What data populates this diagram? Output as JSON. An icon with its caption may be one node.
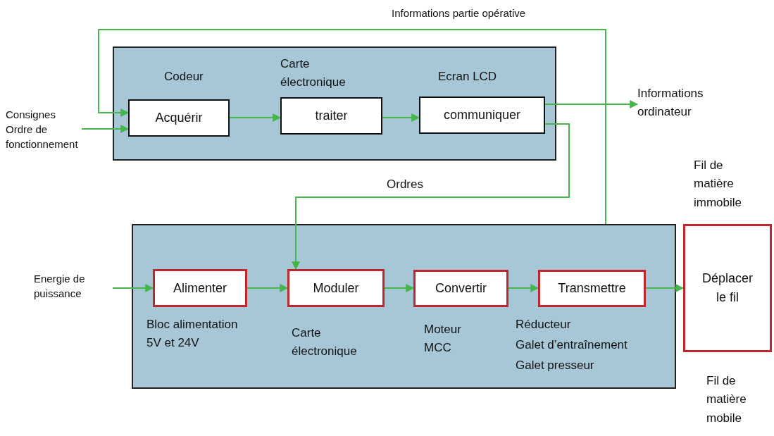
{
  "diagram": {
    "nodes": [
      {
        "text": [],
        "shape": "box"
      },
      {
        "text": [
          "Acquérir"
        ],
        "in": 0,
        "beside": [
          "Codeur"
        ]
      },
      {
        "text": [
          "traiter"
        ],
        "in": 0,
        "beside": [
          "Carte électronique"
        ]
      },
      {
        "text": [
          "communiquer"
        ],
        "in": 0,
        "beside": [
          "Ecran LCD"
        ]
      },
      {
        "text": [
          "Consignes Ordre de fonctionnement"
        ]
      },
      {
        "text": [
          "Informations ordinateur"
        ]
      },
      {
        "text": [],
        "shape": "box"
      },
      {
        "text": [
          "Energie de puissance"
        ]
      },
      {
        "text": [
          "Alimenter"
        ],
        "in": 6,
        "beside": [
          "Bloc alimentation 5V et 24V"
        ]
      },
      {
        "text": [
          "Moduler"
        ],
        "in": 6,
        "beside": [
          "Carte électronique"
        ]
      },
      {
        "text": [
          "Convertir"
        ],
        "in": 6,
        "beside": [
          "Moteur MCC"
        ]
      },
      {
        "text": [
          "Transmettre"
        ],
        "in": 6,
        "beside": [
          "Réducteur",
          "Galet d’entraînement",
          "Galet presseur"
        ]
      },
      {
        "text": [
          "Déplacer le fil"
        ],
        "beside": [
          "Fil de matière immobile",
          "Fil de matière mobile"
        ]
      }
    ],
    "edges": [
      {
        "from": 4,
        "to": 1,
        "arrow": "to"
      },
      {
        "from": 1,
        "to": 2,
        "arrow": "to"
      },
      {
        "from": 2,
        "to": 3,
        "arrow": "to"
      },
      {
        "from": 3,
        "to": 5,
        "arrow": "to"
      },
      {
        "from": 3,
        "to": 9,
        "arrow": "to",
        "label": "Ordres"
      },
      {
        "from": 6,
        "to": 1,
        "arrow": "to",
        "label": "Informations partie opérative"
      },
      {
        "from": 7,
        "to": 8,
        "arrow": "to"
      },
      {
        "from": 8,
        "to": 9,
        "arrow": "to"
      },
      {
        "from": 9,
        "to": 10,
        "arrow": "to"
      },
      {
        "from": 10,
        "to": 11,
        "arrow": "to"
      },
      {
        "from": 11,
        "to": 12,
        "arrow": "to"
      }
    ]
  }
}
